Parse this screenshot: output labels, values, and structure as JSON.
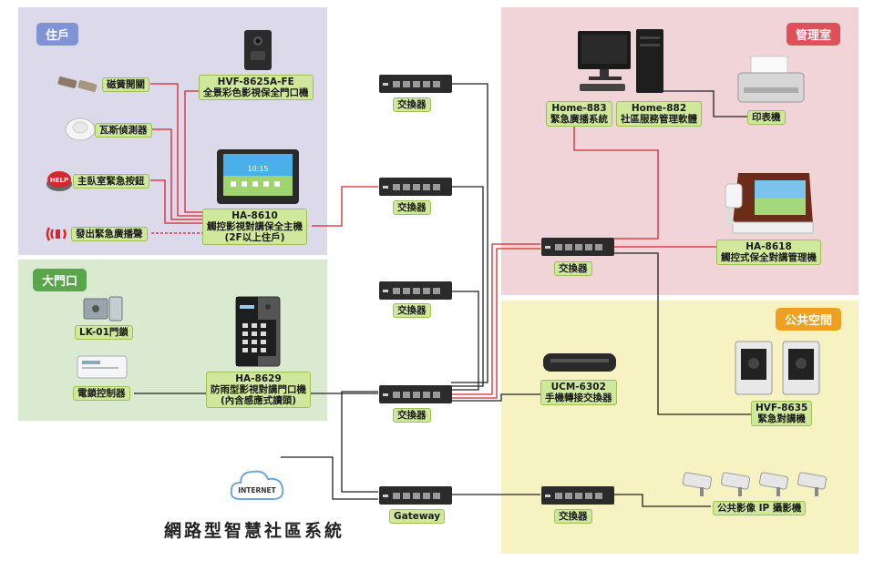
{
  "regions": {
    "residence": {
      "title": "住戶",
      "color": "#7f93d6"
    },
    "gate": {
      "title": "大門口",
      "color": "#5aa64a"
    },
    "mgmt": {
      "title": "管理室",
      "color": "#e0505a"
    },
    "public": {
      "title": "公共空間",
      "color": "#f0a020"
    }
  },
  "devices": {
    "magnet": "磁簧開關",
    "gas": "瓦斯偵測器",
    "panic": "主臥室緊急按鈕",
    "broadcast": "發出緊急廣播聲",
    "hvf8625": [
      "HVF-8625A-FE",
      "全景彩色影視保全門口機"
    ],
    "ha8610": [
      "HA-8610",
      "觸控影視對講保全主機",
      "(2F以上住戶)"
    ],
    "lk01": "LK-01門鎖",
    "elock": "電鎖控制器",
    "ha8629": [
      "HA-8629",
      "防雨型影視對講門口機",
      "(內含感應式讀頭)"
    ],
    "home883": [
      "Home-883",
      "緊急廣播系統"
    ],
    "home882": [
      "Home-882",
      "社區服務管理軟體"
    ],
    "printer": "印表機",
    "ha8618": [
      "HA-8618",
      "觸控式保全對講管理機"
    ],
    "ucm6302": [
      "UCM-6302",
      "手機轉接交換器"
    ],
    "hvf8635": [
      "HVF-8635",
      "緊急對講機"
    ],
    "cameras": "公共影像 IP 攝影機",
    "internet": "INTERNET",
    "helpButton": "HELP",
    "screenTime": "10:15"
  },
  "switches": {
    "s1": "交換器",
    "s2": "交換器",
    "s3": "交換器",
    "s4": "交換器",
    "gateway": "Gateway",
    "mgmt": "交換器",
    "cam": "交換器"
  },
  "title": "網路型智慧社區系統",
  "colors": {
    "red": "#d8262e",
    "black": "#222222",
    "label_bg": "#cfe89b"
  }
}
